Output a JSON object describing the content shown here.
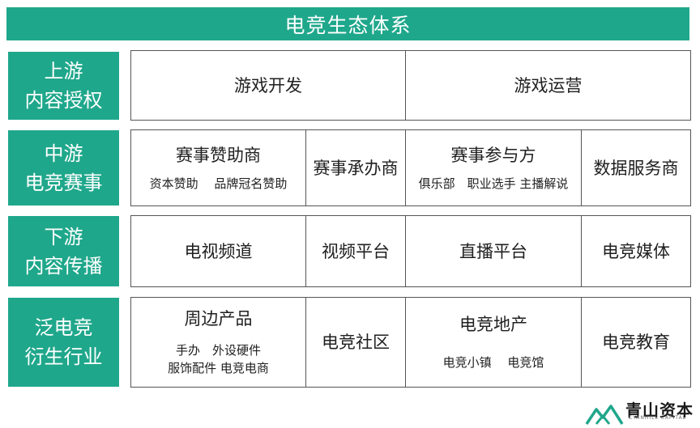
{
  "title": "电竞生态体系",
  "tiers": [
    {
      "label_line1": "上游",
      "label_line2": "内容授权",
      "cells": [
        {
          "main": "游戏开发"
        },
        {
          "main": "游戏运营"
        }
      ]
    },
    {
      "label_line1": "中游",
      "label_line2": "电竞赛事",
      "cells": [
        {
          "main": "赛事赞助商",
          "sub1": "资本赞助　 品牌冠名赞助"
        },
        {
          "main": "赛事承办商"
        },
        {
          "main": "赛事参与方",
          "sub1": "俱乐部　职业选手 主播解说"
        },
        {
          "main": "数据服务商"
        }
      ]
    },
    {
      "label_line1": "下游",
      "label_line2": "内容传播",
      "cells": [
        {
          "main": "电视频道"
        },
        {
          "main": "视频平台"
        },
        {
          "main": "直播平台"
        },
        {
          "main": "电竞媒体"
        }
      ]
    },
    {
      "label_line1": "泛电竞",
      "label_line2": "衍生行业",
      "cells": [
        {
          "main": "周边产品",
          "sub1": "手办　外设硬件",
          "sub2": "服饰配件 电竞电商"
        },
        {
          "main": "电竞社区"
        },
        {
          "main": "电竞地产",
          "sub1": "电竞小镇　 电竞馆"
        },
        {
          "main": "电竞教育"
        }
      ]
    }
  ],
  "logo": {
    "name_cn": "青山资本",
    "name_en": "CYANHILL CAPITAL",
    "icon": "mountain-logo-icon"
  },
  "colors": {
    "accent": "#1fa78b",
    "border": "#555555",
    "text": "#1f1f1f"
  }
}
